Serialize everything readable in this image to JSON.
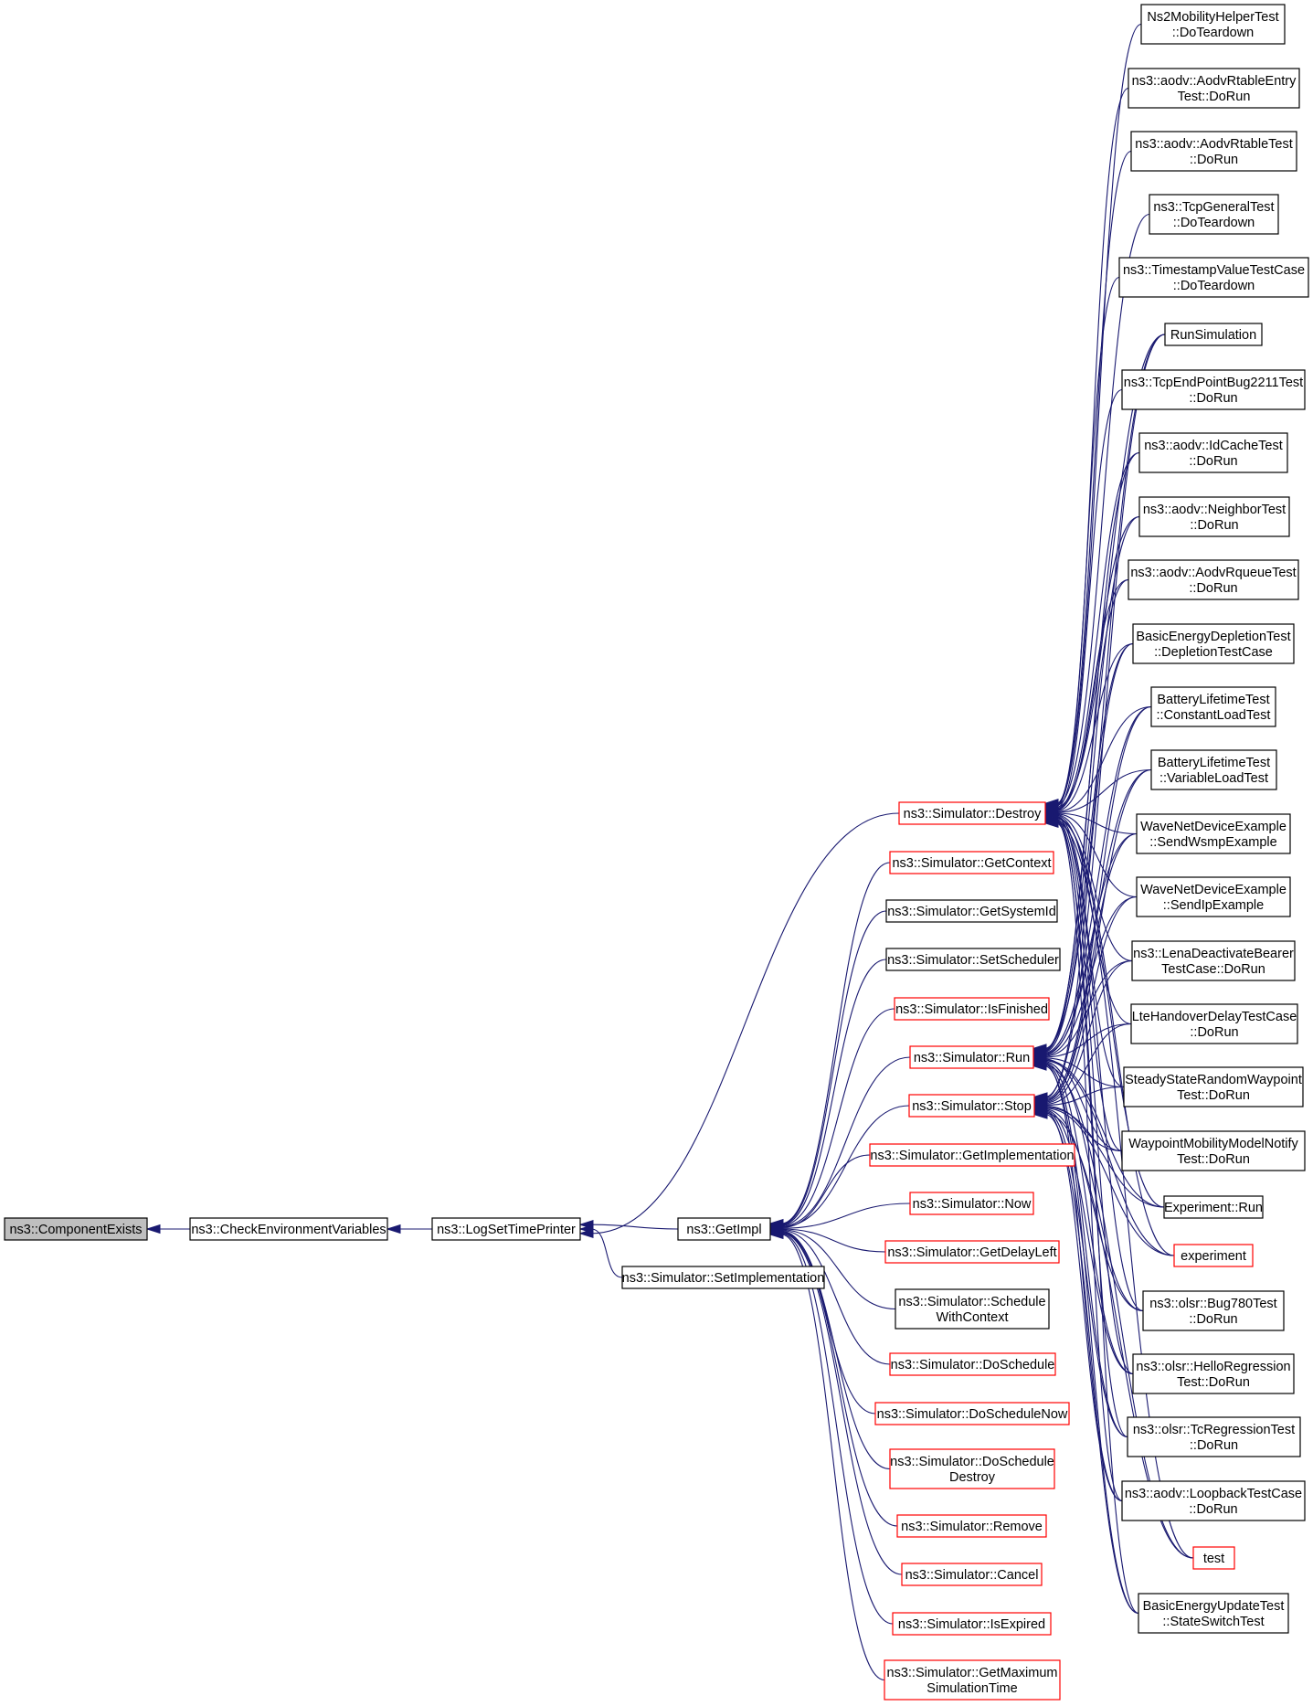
{
  "nodes": [
    {
      "id": "component_exists",
      "lines": [
        "ns3::ComponentExists"
      ],
      "style": "root"
    },
    {
      "id": "check_env",
      "lines": [
        "ns3::CheckEnvironmentVariables"
      ],
      "style": "normal"
    },
    {
      "id": "log_set_time_printer",
      "lines": [
        "ns3::LogSetTimePrinter"
      ],
      "style": "normal"
    },
    {
      "id": "get_impl",
      "lines": [
        "ns3::GetImpl"
      ],
      "style": "normal"
    },
    {
      "id": "set_implementation",
      "lines": [
        "ns3::Simulator::SetImplementation"
      ],
      "style": "normal"
    },
    {
      "id": "destroy",
      "lines": [
        "ns3::Simulator::Destroy"
      ],
      "style": "truncated"
    },
    {
      "id": "get_context",
      "lines": [
        "ns3::Simulator::GetContext"
      ],
      "style": "truncated"
    },
    {
      "id": "get_system_id",
      "lines": [
        "ns3::Simulator::GetSystemId"
      ],
      "style": "normal"
    },
    {
      "id": "set_scheduler",
      "lines": [
        "ns3::Simulator::SetScheduler"
      ],
      "style": "normal"
    },
    {
      "id": "is_finished",
      "lines": [
        "ns3::Simulator::IsFinished"
      ],
      "style": "truncated"
    },
    {
      "id": "run",
      "lines": [
        "ns3::Simulator::Run"
      ],
      "style": "truncated"
    },
    {
      "id": "stop",
      "lines": [
        "ns3::Simulator::Stop"
      ],
      "style": "truncated"
    },
    {
      "id": "get_implementation",
      "lines": [
        "ns3::Simulator::GetImplementation"
      ],
      "style": "truncated"
    },
    {
      "id": "now",
      "lines": [
        "ns3::Simulator::Now"
      ],
      "style": "truncated"
    },
    {
      "id": "get_delay_left",
      "lines": [
        "ns3::Simulator::GetDelayLeft"
      ],
      "style": "truncated"
    },
    {
      "id": "schedule_with_context",
      "lines": [
        "ns3::Simulator::Schedule",
        "WithContext"
      ],
      "style": "normal"
    },
    {
      "id": "do_schedule",
      "lines": [
        "ns3::Simulator::DoSchedule"
      ],
      "style": "truncated"
    },
    {
      "id": "do_schedule_now",
      "lines": [
        "ns3::Simulator::DoScheduleNow"
      ],
      "style": "truncated"
    },
    {
      "id": "do_schedule_destroy",
      "lines": [
        "ns3::Simulator::DoSchedule",
        "Destroy"
      ],
      "style": "truncated"
    },
    {
      "id": "remove",
      "lines": [
        "ns3::Simulator::Remove"
      ],
      "style": "truncated"
    },
    {
      "id": "cancel",
      "lines": [
        "ns3::Simulator::Cancel"
      ],
      "style": "truncated"
    },
    {
      "id": "is_expired",
      "lines": [
        "ns3::Simulator::IsExpired"
      ],
      "style": "truncated"
    },
    {
      "id": "get_max_sim_time",
      "lines": [
        "ns3::Simulator::GetMaximum",
        "SimulationTime"
      ],
      "style": "truncated"
    },
    {
      "id": "ns2mobility",
      "lines": [
        "Ns2MobilityHelperTest",
        "::DoTeardown"
      ],
      "style": "normal"
    },
    {
      "id": "aodv_rtable_entry",
      "lines": [
        "ns3::aodv::AodvRtableEntry",
        "Test::DoRun"
      ],
      "style": "normal"
    },
    {
      "id": "aodv_rtable_test",
      "lines": [
        "ns3::aodv::AodvRtableTest",
        "::DoRun"
      ],
      "style": "normal"
    },
    {
      "id": "tcp_general_test",
      "lines": [
        "ns3::TcpGeneralTest",
        "::DoTeardown"
      ],
      "style": "normal"
    },
    {
      "id": "timestamp_value",
      "lines": [
        "ns3::TimestampValueTestCase",
        "::DoTeardown"
      ],
      "style": "normal"
    },
    {
      "id": "run_simulation",
      "lines": [
        "RunSimulation"
      ],
      "style": "normal"
    },
    {
      "id": "tcp_endpoint_bug",
      "lines": [
        "ns3::TcpEndPointBug2211Test",
        "::DoRun"
      ],
      "style": "normal"
    },
    {
      "id": "aodv_idcache",
      "lines": [
        "ns3::aodv::IdCacheTest",
        "::DoRun"
      ],
      "style": "normal"
    },
    {
      "id": "aodv_neighbor",
      "lines": [
        "ns3::aodv::NeighborTest",
        "::DoRun"
      ],
      "style": "normal"
    },
    {
      "id": "aodv_rqueue",
      "lines": [
        "ns3::aodv::AodvRqueueTest",
        "::DoRun"
      ],
      "style": "normal"
    },
    {
      "id": "basic_energy_depletion",
      "lines": [
        "BasicEnergyDepletionTest",
        "::DepletionTestCase"
      ],
      "style": "normal"
    },
    {
      "id": "battery_constant",
      "lines": [
        "BatteryLifetimeTest",
        "::ConstantLoadTest"
      ],
      "style": "normal"
    },
    {
      "id": "battery_variable",
      "lines": [
        "BatteryLifetimeTest",
        "::VariableLoadTest"
      ],
      "style": "normal"
    },
    {
      "id": "wave_send_wsmp",
      "lines": [
        "WaveNetDeviceExample",
        "::SendWsmpExample"
      ],
      "style": "normal"
    },
    {
      "id": "wave_send_ip",
      "lines": [
        "WaveNetDeviceExample",
        "::SendIpExample"
      ],
      "style": "normal"
    },
    {
      "id": "lena_deactivate",
      "lines": [
        "ns3::LenaDeactivateBearer",
        "TestCase::DoRun"
      ],
      "style": "normal"
    },
    {
      "id": "lte_handover",
      "lines": [
        "LteHandoverDelayTestCase",
        "::DoRun"
      ],
      "style": "normal"
    },
    {
      "id": "steady_state",
      "lines": [
        "SteadyStateRandomWaypoint",
        "Test::DoRun"
      ],
      "style": "normal"
    },
    {
      "id": "waypoint_mobility",
      "lines": [
        "WaypointMobilityModelNotify",
        "Test::DoRun"
      ],
      "style": "normal"
    },
    {
      "id": "experiment_run",
      "lines": [
        "Experiment::Run"
      ],
      "style": "normal"
    },
    {
      "id": "experiment",
      "lines": [
        "experiment"
      ],
      "style": "truncated"
    },
    {
      "id": "olsr_bug780",
      "lines": [
        "ns3::olsr::Bug780Test",
        "::DoRun"
      ],
      "style": "normal"
    },
    {
      "id": "olsr_hello",
      "lines": [
        "ns3::olsr::HelloRegression",
        "Test::DoRun"
      ],
      "style": "normal"
    },
    {
      "id": "olsr_tc",
      "lines": [
        "ns3::olsr::TcRegressionTest",
        "::DoRun"
      ],
      "style": "normal"
    },
    {
      "id": "aodv_loopback",
      "lines": [
        "ns3::aodv::LoopbackTestCase",
        "::DoRun"
      ],
      "style": "normal"
    },
    {
      "id": "test",
      "lines": [
        "test"
      ],
      "style": "truncated"
    },
    {
      "id": "basic_energy_update",
      "lines": [
        "BasicEnergyUpdateTest",
        "::StateSwitchTest"
      ],
      "style": "normal"
    }
  ],
  "edges": [
    {
      "from": "check_env",
      "to": "component_exists"
    },
    {
      "from": "log_set_time_printer",
      "to": "check_env"
    },
    {
      "from": "get_impl",
      "to": "log_set_time_printer"
    },
    {
      "from": "set_implementation",
      "to": "log_set_time_printer"
    },
    {
      "from": "destroy",
      "to": "log_set_time_printer"
    },
    {
      "from": "get_context",
      "to": "get_impl"
    },
    {
      "from": "get_system_id",
      "to": "get_impl"
    },
    {
      "from": "set_scheduler",
      "to": "get_impl"
    },
    {
      "from": "is_finished",
      "to": "get_impl"
    },
    {
      "from": "run",
      "to": "get_impl"
    },
    {
      "from": "stop",
      "to": "get_impl"
    },
    {
      "from": "get_implementation",
      "to": "get_impl"
    },
    {
      "from": "now",
      "to": "get_impl"
    },
    {
      "from": "get_delay_left",
      "to": "get_impl"
    },
    {
      "from": "schedule_with_context",
      "to": "get_impl"
    },
    {
      "from": "do_schedule",
      "to": "get_impl"
    },
    {
      "from": "do_schedule_now",
      "to": "get_impl"
    },
    {
      "from": "do_schedule_destroy",
      "to": "get_impl"
    },
    {
      "from": "remove",
      "to": "get_impl"
    },
    {
      "from": "cancel",
      "to": "get_impl"
    },
    {
      "from": "is_expired",
      "to": "get_impl"
    },
    {
      "from": "get_max_sim_time",
      "to": "get_impl"
    },
    {
      "from": "ns2mobility",
      "to": "destroy"
    },
    {
      "from": "aodv_rtable_entry",
      "to": "destroy"
    },
    {
      "from": "aodv_rtable_test",
      "to": "destroy"
    },
    {
      "from": "tcp_general_test",
      "to": "destroy"
    },
    {
      "from": "timestamp_value",
      "to": "destroy"
    },
    {
      "from": "run_simulation",
      "to": "destroy"
    },
    {
      "from": "tcp_endpoint_bug",
      "to": "destroy"
    },
    {
      "from": "aodv_idcache",
      "to": "destroy"
    },
    {
      "from": "aodv_neighbor",
      "to": "destroy"
    },
    {
      "from": "aodv_rqueue",
      "to": "destroy"
    },
    {
      "from": "basic_energy_depletion",
      "to": "destroy"
    },
    {
      "from": "battery_constant",
      "to": "destroy"
    },
    {
      "from": "battery_variable",
      "to": "destroy"
    },
    {
      "from": "wave_send_wsmp",
      "to": "destroy"
    },
    {
      "from": "wave_send_ip",
      "to": "destroy"
    },
    {
      "from": "lena_deactivate",
      "to": "destroy"
    },
    {
      "from": "lte_handover",
      "to": "destroy"
    },
    {
      "from": "steady_state",
      "to": "destroy"
    },
    {
      "from": "waypoint_mobility",
      "to": "destroy"
    },
    {
      "from": "experiment_run",
      "to": "destroy"
    },
    {
      "from": "experiment",
      "to": "destroy"
    },
    {
      "from": "olsr_bug780",
      "to": "destroy"
    },
    {
      "from": "olsr_hello",
      "to": "destroy"
    },
    {
      "from": "olsr_tc",
      "to": "destroy"
    },
    {
      "from": "aodv_loopback",
      "to": "destroy"
    },
    {
      "from": "test",
      "to": "destroy"
    },
    {
      "from": "basic_energy_update",
      "to": "destroy"
    },
    {
      "from": "run_simulation",
      "to": "run"
    },
    {
      "from": "aodv_idcache",
      "to": "run"
    },
    {
      "from": "aodv_neighbor",
      "to": "run"
    },
    {
      "from": "aodv_rqueue",
      "to": "run"
    },
    {
      "from": "basic_energy_depletion",
      "to": "run"
    },
    {
      "from": "battery_constant",
      "to": "run"
    },
    {
      "from": "battery_variable",
      "to": "run"
    },
    {
      "from": "wave_send_wsmp",
      "to": "run"
    },
    {
      "from": "wave_send_ip",
      "to": "run"
    },
    {
      "from": "lena_deactivate",
      "to": "run"
    },
    {
      "from": "lte_handover",
      "to": "run"
    },
    {
      "from": "steady_state",
      "to": "run"
    },
    {
      "from": "waypoint_mobility",
      "to": "run"
    },
    {
      "from": "experiment_run",
      "to": "run"
    },
    {
      "from": "experiment",
      "to": "run"
    },
    {
      "from": "olsr_bug780",
      "to": "run"
    },
    {
      "from": "olsr_hello",
      "to": "run"
    },
    {
      "from": "olsr_tc",
      "to": "run"
    },
    {
      "from": "aodv_loopback",
      "to": "run"
    },
    {
      "from": "test",
      "to": "run"
    },
    {
      "from": "basic_energy_update",
      "to": "run"
    },
    {
      "from": "run_simulation",
      "to": "stop"
    },
    {
      "from": "basic_energy_depletion",
      "to": "stop"
    },
    {
      "from": "battery_constant",
      "to": "stop"
    },
    {
      "from": "battery_variable",
      "to": "stop"
    },
    {
      "from": "wave_send_wsmp",
      "to": "stop"
    },
    {
      "from": "wave_send_ip",
      "to": "stop"
    },
    {
      "from": "lena_deactivate",
      "to": "stop"
    },
    {
      "from": "lte_handover",
      "to": "stop"
    },
    {
      "from": "steady_state",
      "to": "stop"
    },
    {
      "from": "waypoint_mobility",
      "to": "stop"
    },
    {
      "from": "experiment_run",
      "to": "stop"
    },
    {
      "from": "experiment",
      "to": "stop"
    },
    {
      "from": "olsr_bug780",
      "to": "stop"
    },
    {
      "from": "olsr_hello",
      "to": "stop"
    },
    {
      "from": "olsr_tc",
      "to": "stop"
    },
    {
      "from": "aodv_loopback",
      "to": "stop"
    },
    {
      "from": "test",
      "to": "stop"
    },
    {
      "from": "basic_energy_update",
      "to": "stop"
    }
  ]
}
